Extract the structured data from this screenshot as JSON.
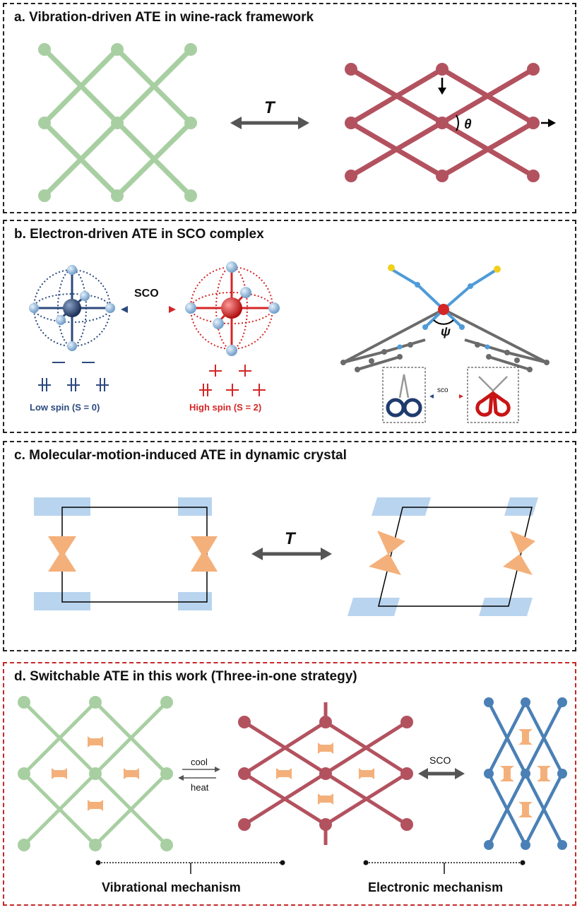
{
  "panel_a": {
    "title": "a. Vibration-driven ATE in wine-rack framework",
    "arrow_label": "T",
    "angle_label": "θ"
  },
  "panel_b": {
    "title": "b. Electron-driven ATE in SCO complex",
    "sco_label": "SCO",
    "low_spin_label": "Low spin (S = 0)",
    "high_spin_label": "High spin (S = 2)",
    "angle_label": "ψ",
    "scissors_label": "sco"
  },
  "panel_c": {
    "title": "c. Molecular-motion-induced ATE in dynamic crystal",
    "arrow_label": "T"
  },
  "panel_d": {
    "title": "d. Switchable ATE in this work (Three-in-one strategy)",
    "cool_label": "cool",
    "heat_label": "heat",
    "sco_label": "SCO",
    "vibrational_label": "Vibrational mechanism",
    "electronic_label": "Electronic mechanism"
  },
  "colors": {
    "green": "#a8cfa2",
    "maroon": "#b3525f",
    "blue": "#4a80b5",
    "orange": "#f4b07a",
    "lightblue": "#b9d4ee",
    "navy": "#2c4a7d",
    "red": "#d42626"
  }
}
